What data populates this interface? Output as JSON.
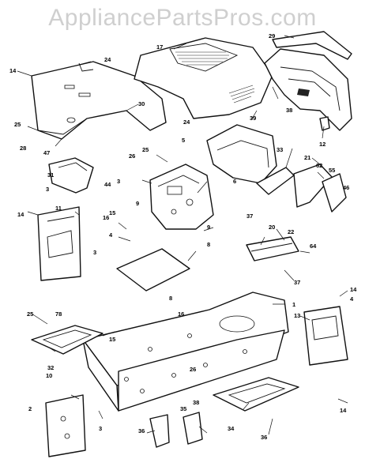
{
  "watermark": "AppliancePartsPros.com",
  "callouts": [
    "14",
    "24",
    "30",
    "25",
    "28",
    "47",
    "26",
    "25",
    "24",
    "31",
    "3",
    "44",
    "17",
    "29",
    "38",
    "12",
    "39",
    "5",
    "3",
    "9",
    "6",
    "33",
    "21",
    "62",
    "55",
    "46",
    "11",
    "14",
    "16",
    "15",
    "4",
    "9",
    "3",
    "8",
    "37",
    "20",
    "22",
    "64",
    "37",
    "8",
    "16",
    "1",
    "14",
    "4",
    "13",
    "25",
    "78",
    "15",
    "32",
    "10",
    "2",
    "26",
    "35",
    "38",
    "34",
    "3",
    "36",
    "36",
    "14"
  ]
}
